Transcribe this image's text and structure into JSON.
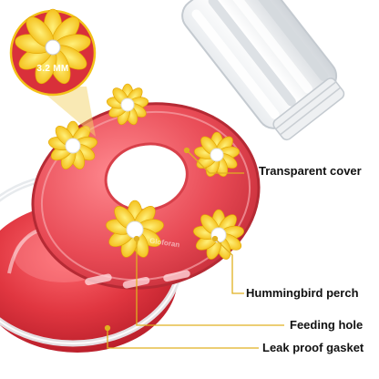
{
  "callouts": {
    "transparent_cover": "Transparent cover",
    "hummingbird_perch": "Hummingbird perch",
    "feeding_hole": "Feeding hole",
    "leak_proof_gasket": "Leak proof gasket"
  },
  "inset": {
    "hole_size": "3.2 MM"
  },
  "brand_mark": "Gloforan",
  "colors": {
    "feeder_red": "#d8303a",
    "flower_yellow": "#f6c81a",
    "callout_gold": "#e0b020",
    "text": "#111111"
  }
}
